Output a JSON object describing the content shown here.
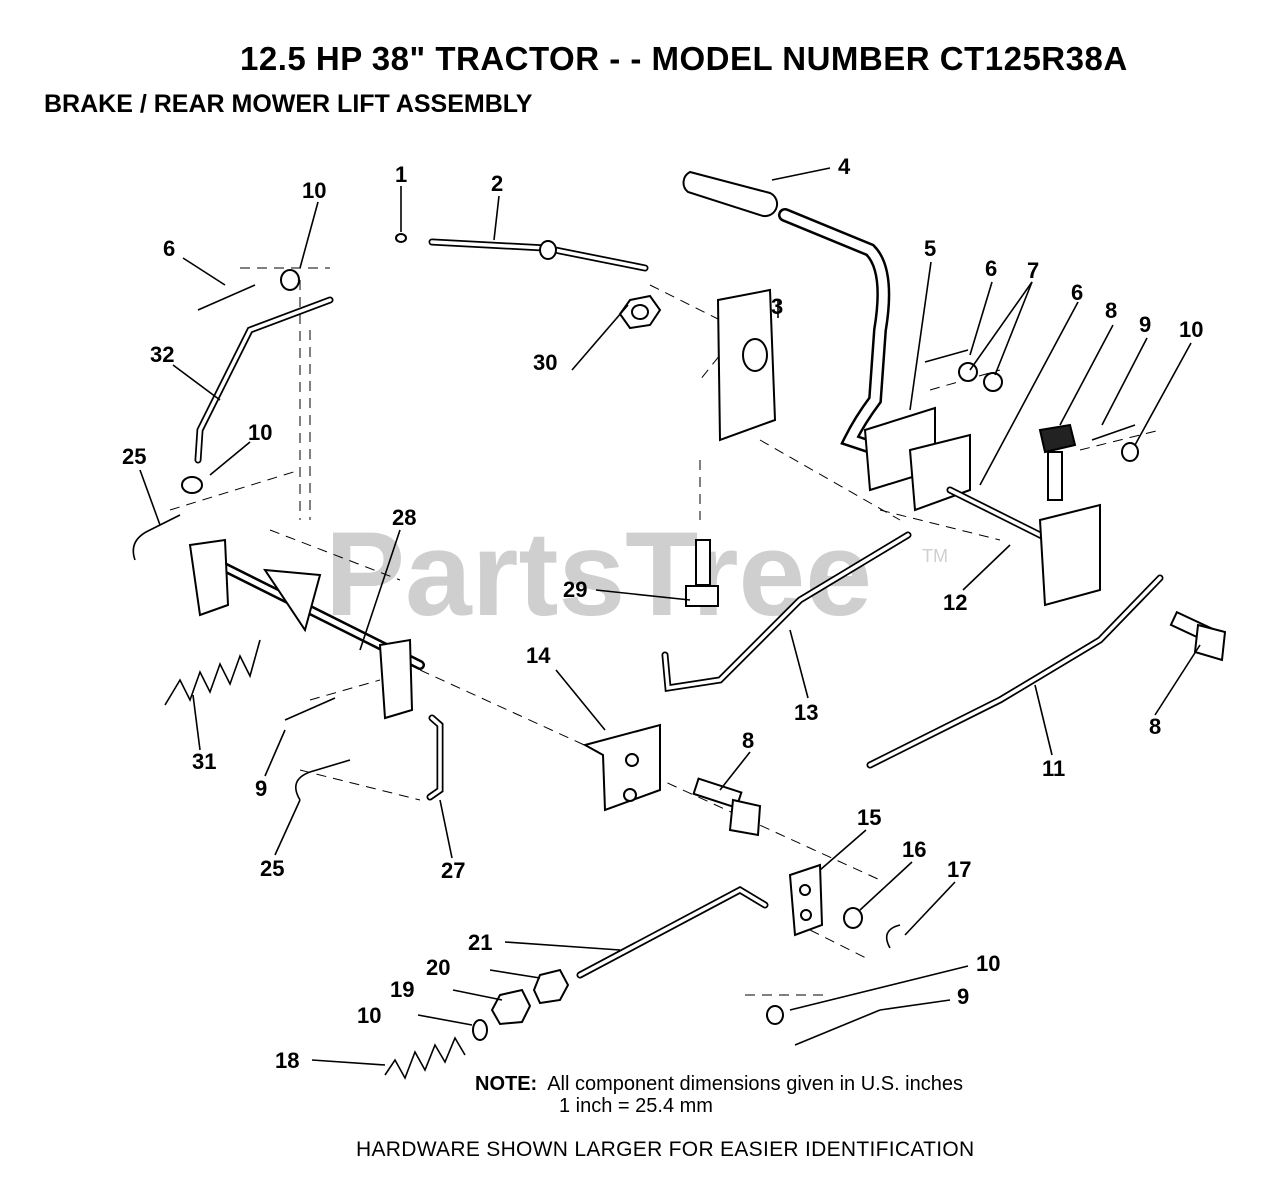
{
  "header": {
    "title": "12.5 HP 38\" TRACTOR - - MODEL NUMBER CT125R38A",
    "subtitle": "BRAKE / REAR MOWER LIFT ASSEMBLY"
  },
  "watermark": {
    "text": "PartsTree",
    "trademark": "TM"
  },
  "callouts": {
    "c1": "1",
    "c2": "2",
    "c3": "3",
    "c4": "4",
    "c5": "5",
    "c6a": "6",
    "c6b": "6",
    "c6c": "6",
    "c7": "7",
    "c8a": "8",
    "c8b": "8",
    "c8c": "8",
    "c9a": "9",
    "c9b": "9",
    "c9c": "9",
    "c10a": "10",
    "c10b": "10",
    "c10c": "10",
    "c10d": "10",
    "c10e": "10",
    "c11": "11",
    "c12": "12",
    "c13": "13",
    "c14": "14",
    "c15": "15",
    "c16": "16",
    "c17": "17",
    "c18": "18",
    "c19": "19",
    "c20": "20",
    "c21": "21",
    "c25a": "25",
    "c25b": "25",
    "c27": "27",
    "c28": "28",
    "c29": "29",
    "c30": "30",
    "c31": "31",
    "c32": "32"
  },
  "note": {
    "label": "NOTE:",
    "line1": "All component dimensions given in U.S. inches",
    "line2": "1 inch = 25.4 mm"
  },
  "footer": "HARDWARE SHOWN LARGER FOR EASIER IDENTIFICATION"
}
